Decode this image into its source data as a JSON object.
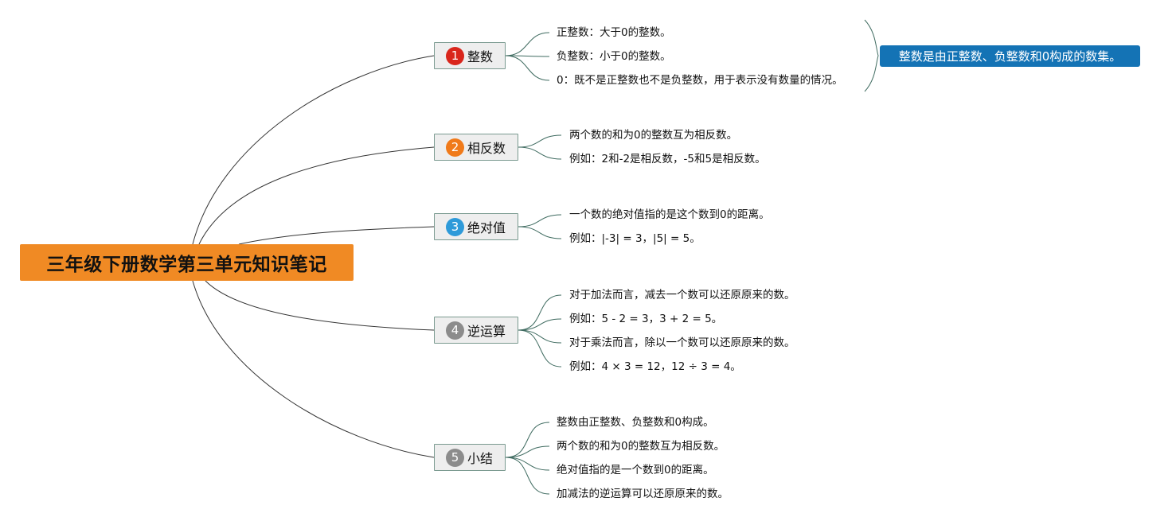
{
  "root": {
    "title": "三年级下册数学第三单元知识笔记"
  },
  "colors": {
    "root_fill": "#f08a24",
    "summary_fill": "#1473b5",
    "badge_1": "#d9261c",
    "badge_2": "#f07a1a",
    "badge_3": "#2e9ad9",
    "badge_4": "#8c8c8c",
    "badge_5": "#8c8c8c"
  },
  "branches": [
    {
      "number": "1",
      "label": "整数",
      "items": [
        "正整数：大于0的整数。",
        "负整数：小于0的整数。",
        "0：既不是正整数也不是负整数，用于表示没有数量的情况。"
      ],
      "summary": "整数是由正整数、负整数和0构成的数集。"
    },
    {
      "number": "2",
      "label": "相反数",
      "items": [
        "两个数的和为0的整数互为相反数。",
        "例如：2和-2是相反数，-5和5是相反数。"
      ]
    },
    {
      "number": "3",
      "label": "绝对值",
      "items": [
        "一个数的绝对值指的是这个数到0的距离。",
        "例如：|-3| = 3，|5| = 5。"
      ]
    },
    {
      "number": "4",
      "label": "逆运算",
      "items": [
        "对于加法而言，减去一个数可以还原原来的数。",
        "例如：5 - 2 = 3，3 + 2 = 5。",
        "对于乘法而言，除以一个数可以还原原来的数。",
        "例如：4 × 3 = 12，12 ÷ 3 = 4。"
      ]
    },
    {
      "number": "5",
      "label": "小结",
      "items": [
        "整数由正整数、负整数和0构成。",
        "两个数的和为0的整数互为相反数。",
        "绝对值指的是一个数到0的距离。",
        "加减法的逆运算可以还原原来的数。"
      ]
    }
  ]
}
